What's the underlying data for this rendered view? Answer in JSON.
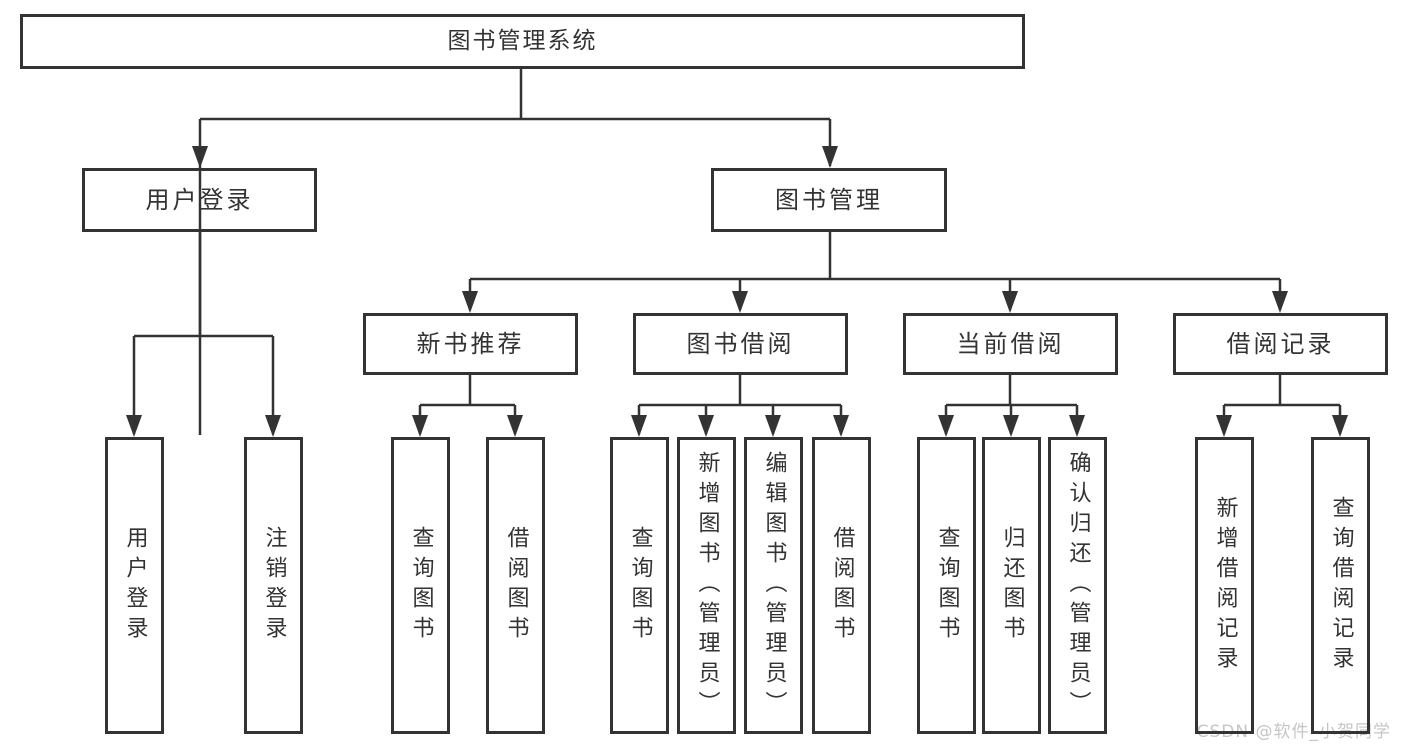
{
  "diagram_type": "function-structure-tree",
  "colors": {
    "line": "#333333",
    "text": "#333333",
    "background": "#ffffff",
    "watermark_text": "#c6c6c6"
  },
  "watermark": "CSDN @软件_小贺同学",
  "tree": {
    "label": "图书管理系统",
    "children": [
      {
        "label": "用户登录",
        "children": [
          {
            "label": "用户登录"
          },
          {
            "label": "注销登录"
          }
        ]
      },
      {
        "label": "图书管理",
        "children": [
          {
            "label": "新书推荐",
            "children": [
              {
                "label": "查询图书"
              },
              {
                "label": "借阅图书"
              }
            ]
          },
          {
            "label": "图书借阅",
            "children": [
              {
                "label": "查询图书"
              },
              {
                "label": "新增图书（管理员）"
              },
              {
                "label": "编辑图书（管理员）"
              },
              {
                "label": "借阅图书"
              }
            ]
          },
          {
            "label": "当前借阅",
            "children": [
              {
                "label": "查询图书"
              },
              {
                "label": "归还图书"
              },
              {
                "label": "确认归还（管理员）"
              }
            ]
          },
          {
            "label": "借阅记录",
            "children": [
              {
                "label": "新增借阅记录"
              },
              {
                "label": "查询借阅记录"
              }
            ]
          }
        ]
      }
    ]
  }
}
